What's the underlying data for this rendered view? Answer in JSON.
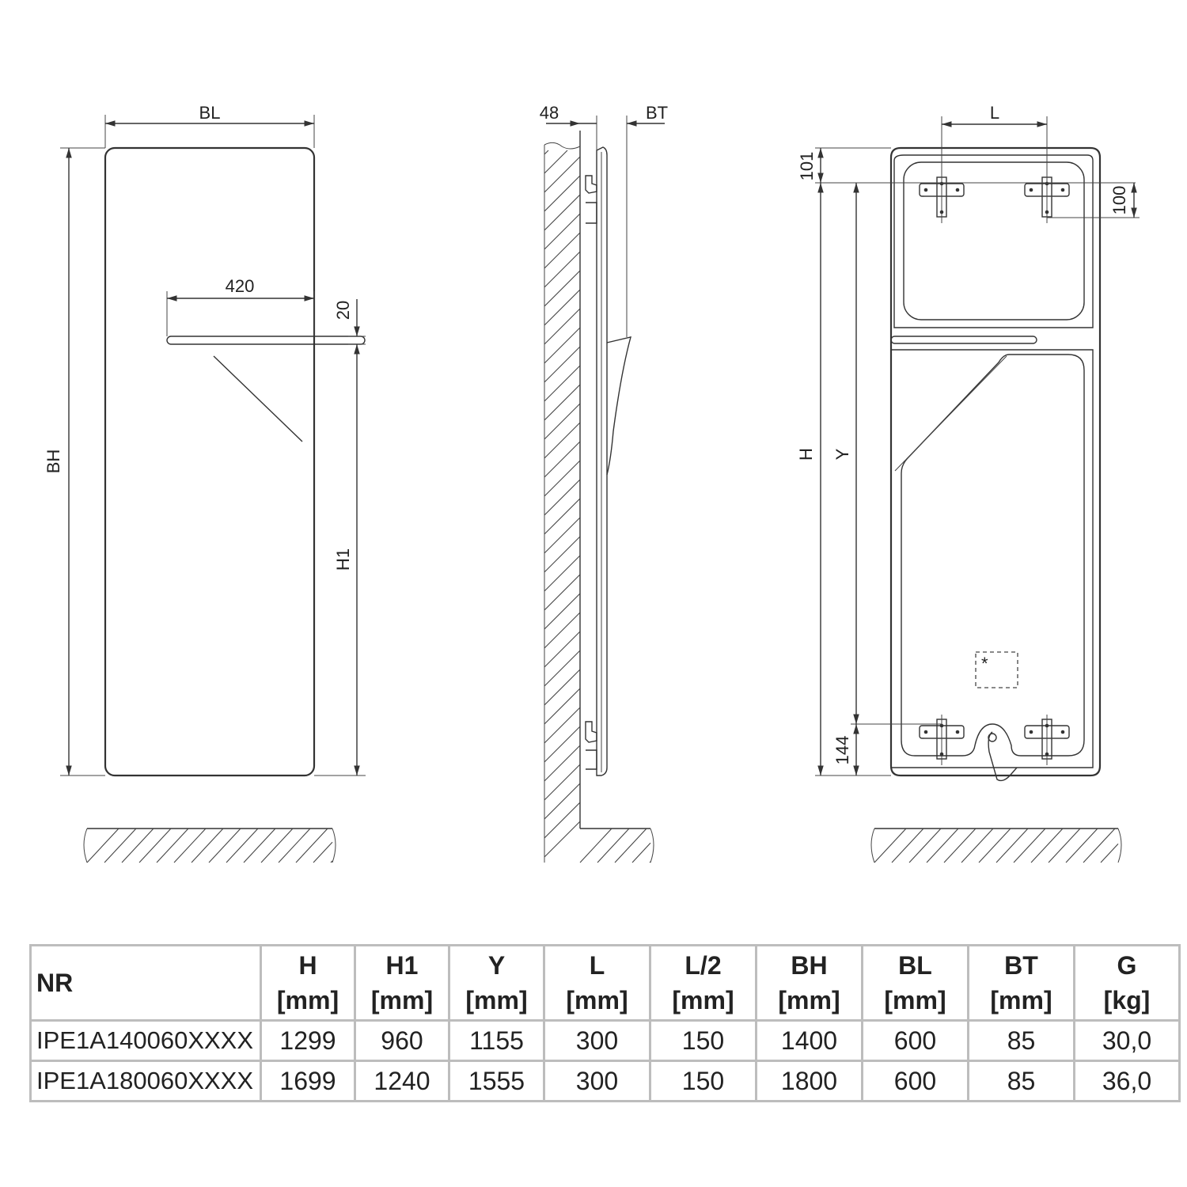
{
  "labels": {
    "front": {
      "width": "BL",
      "height": "BH",
      "shelf_width": "420",
      "shelf_thickness": "20",
      "shelf_height": "H1"
    },
    "side": {
      "wall_offset": "48",
      "depth": "BT"
    },
    "back": {
      "bracket_spacing": "L",
      "top_offset": "101",
      "bracket_height": "100",
      "height": "H",
      "y_dim": "Y",
      "bottom_offset": "144",
      "asterisk": "*"
    }
  },
  "table": {
    "columns": [
      {
        "name": "NR",
        "unit": ""
      },
      {
        "name": "H",
        "unit": "[mm]"
      },
      {
        "name": "H1",
        "unit": "[mm]"
      },
      {
        "name": "Y",
        "unit": "[mm]"
      },
      {
        "name": "L",
        "unit": "[mm]"
      },
      {
        "name": "L/2",
        "unit": "[mm]"
      },
      {
        "name": "BH",
        "unit": "[mm]"
      },
      {
        "name": "BL",
        "unit": "[mm]"
      },
      {
        "name": "BT",
        "unit": "[mm]"
      },
      {
        "name": "G",
        "unit": "[kg]"
      }
    ],
    "rows": [
      [
        "IPE1A140060XXXX",
        "1299",
        "960",
        "1155",
        "300",
        "150",
        "1400",
        "600",
        "85",
        "30,0"
      ],
      [
        "IPE1A180060XXXX",
        "1699",
        "1240",
        "1555",
        "300",
        "150",
        "1800",
        "600",
        "85",
        "36,0"
      ]
    ]
  }
}
